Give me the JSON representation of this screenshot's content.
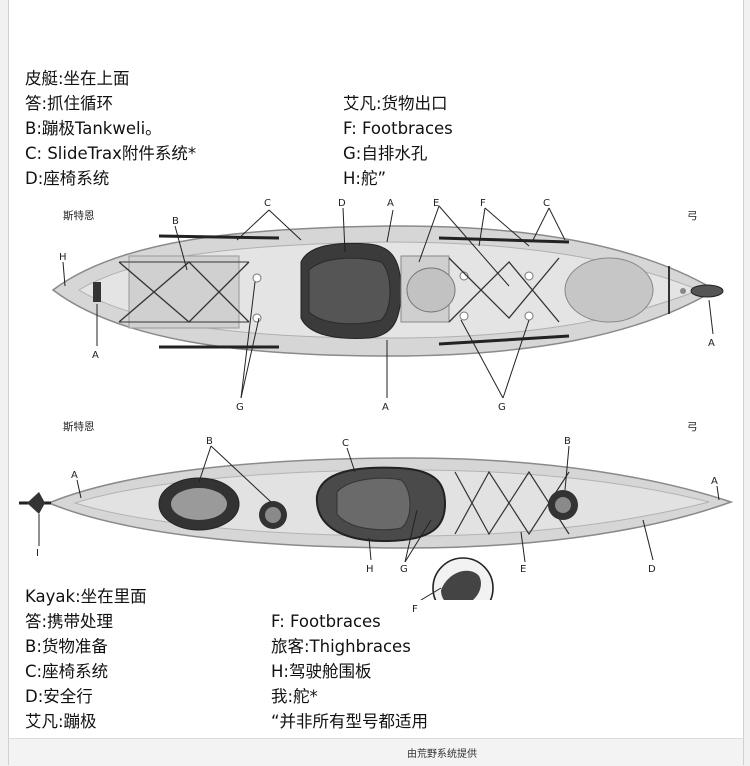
{
  "sit_on_top": {
    "left": [
      "皮艇:坐在上面",
      "答:抓住循环",
      "B:蹦极Tankweli。",
      "C: SlideTrax附件系统*",
      "D:座椅系统"
    ],
    "right": [
      "艾凡:货物出口",
      "F: Footbraces",
      "G:自排水孔",
      "H:舵”"
    ]
  },
  "sit_inside": {
    "left": [
      "Kayak:坐在里面",
      "答:携带处理",
      "B:货物准备",
      "C:座椅系统",
      "D:安全行",
      "艾凡:蹦极"
    ],
    "right": [
      "F: Footbraces",
      "旅客:Thighbraces",
      "H:驾驶舱围板",
      "我:舵*",
      "“并非所有型号都适用"
    ]
  },
  "side_labels": {
    "top_left": "斯特恩",
    "top_right": "弓",
    "bottom_left": "斯特恩",
    "bottom_right": "弓"
  },
  "diagram_letters": {
    "top": [
      "B",
      "C",
      "D",
      "A",
      "E",
      "F",
      "C",
      "H",
      "A",
      "G",
      "A",
      "G",
      "A"
    ],
    "bottom": [
      "B",
      "C",
      "B",
      "A",
      "A",
      "I",
      "H",
      "G",
      "E",
      "D",
      "F"
    ]
  },
  "footer": {
    "credit": "由荒野系统提供"
  },
  "colors": {
    "hull": "#d9d9d9",
    "cockpit": "#3b3b3b",
    "ink": "#111111"
  }
}
